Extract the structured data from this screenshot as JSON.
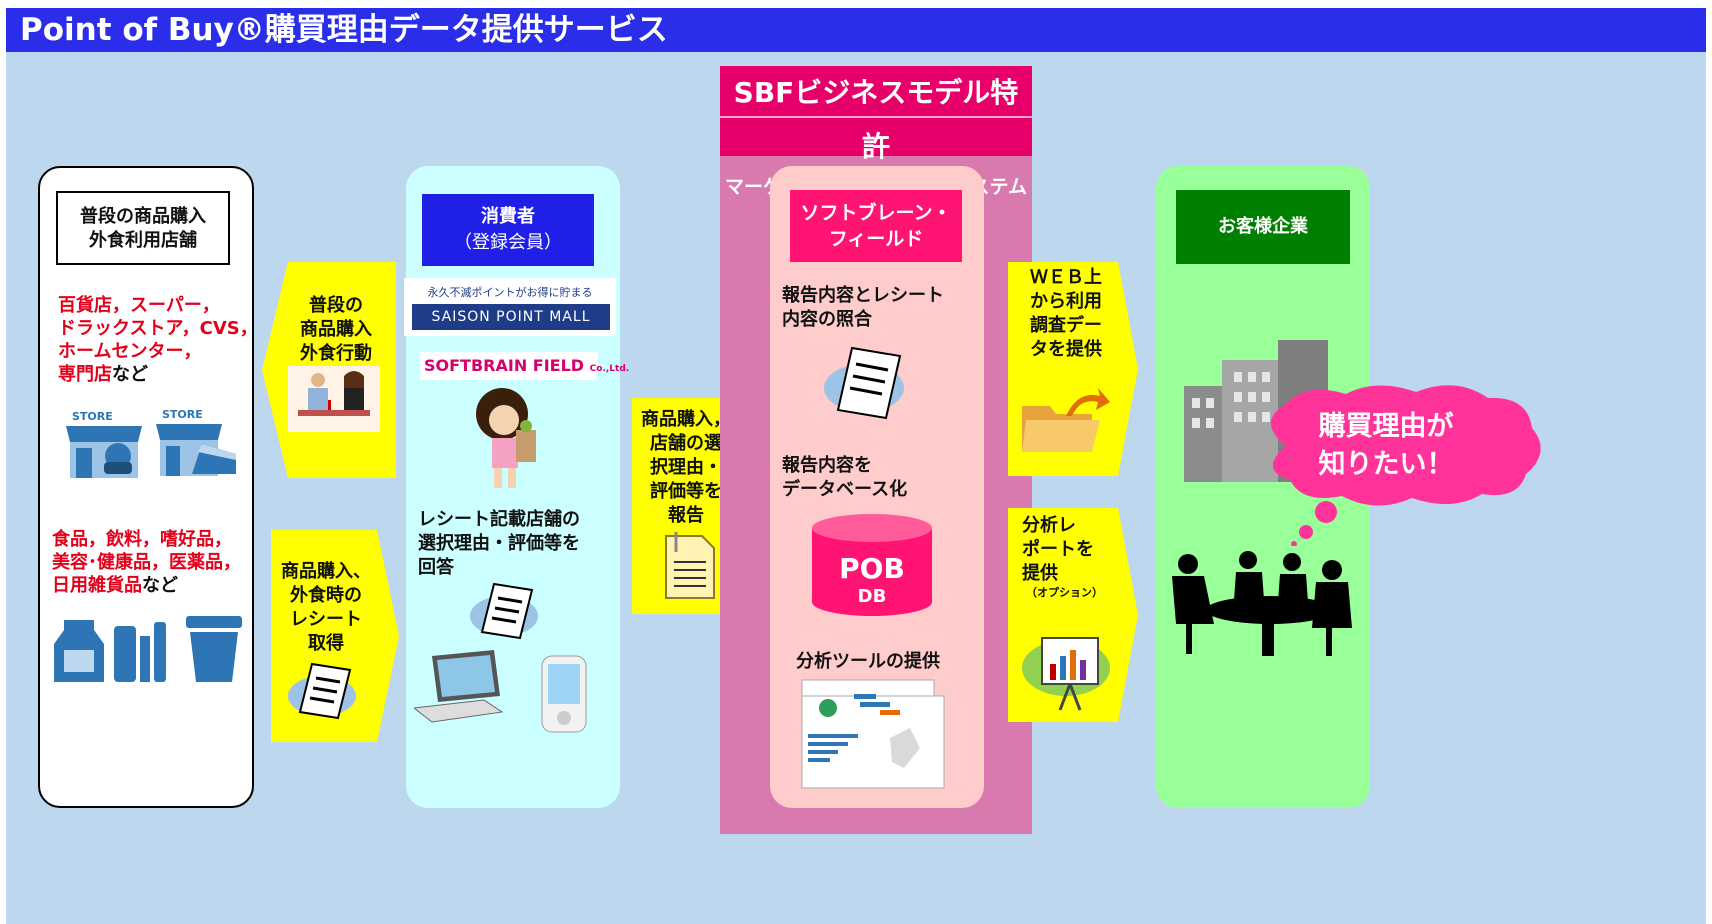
{
  "title": "Point of Buy®購買理由データ提供サービス",
  "colors": {
    "title_bar": "#2a2ee8",
    "background": "#bdd7ee",
    "arrow": "#ffff00",
    "consumer_panel": "#ccffff",
    "sbf_band": "#d87aae",
    "sbf_header": "#e8006a",
    "softbrain_panel": "#ffcccc",
    "client_panel": "#99ff99",
    "client_header": "#008000"
  },
  "stores": {
    "header_line1": "普段の商品購入",
    "header_line2": "外食利用店舗",
    "list1_line1": "百貨店，スーパー，",
    "list1_line2": "ドラックストア，CVS，",
    "list1_line3": "ホームセンター，",
    "list1_line4_red": "専門店",
    "list1_line4_suffix": "など",
    "store_label_1": "STORE",
    "store_label_2": "STORE",
    "list2_line1": "食品，飲料，嗜好品，",
    "list2_line2": "美容･健康品，医薬品，",
    "list2_line3_red": "日用雑貨品",
    "list2_line3_suffix": "など"
  },
  "arrow_behavior": {
    "line1": "普段の",
    "line2": "商品購入",
    "line3": "外食行動"
  },
  "arrow_receipt": {
    "line1": "商品購入、",
    "line2": "外食時の",
    "line3": "レシート",
    "line4": "取得"
  },
  "consumer": {
    "header_line1": "消費者",
    "header_line2": "（登録会員）",
    "saison_tagline": "永久不滅ポイントがお得に貯まる",
    "saison_logo": "SAISON POINT MALL",
    "softbrain_logo": "SOFTBRAIN FIELD",
    "softbrain_logo_suffix": "Co.,Ltd.",
    "answer_line1": "レシート記載店舗の",
    "answer_line2": "選択理由・評価等を",
    "answer_line3": "回答"
  },
  "arrow_report": {
    "line1": "商品購入，",
    "line2": "店舗の選",
    "line3": "択理由・",
    "line4": "評価等を",
    "line5": "報告"
  },
  "sbf": {
    "patent": "SBFビジネスモデル特許",
    "system": "マーケティングデータ収集システム",
    "company_line1": "ソフトブレーン・",
    "company_line2": "フィールド",
    "step1_line1": "報告内容とレシート",
    "step1_line2": "内容の照合",
    "step2_line1": "報告内容を",
    "step2_line2": "データベース化",
    "db_name": "POB",
    "db_sub": "DB",
    "step3": "分析ツールの提供"
  },
  "arrow_web": {
    "line1": "ＷＥＢ上",
    "line2": "から利用",
    "line3": "調査デー",
    "line4": "タを提供"
  },
  "arrow_analysis": {
    "line1": "分析レ",
    "line2": "ポートを",
    "line3": "提供",
    "option": "（オプション）"
  },
  "client": {
    "header": "お客様企業",
    "bubble_line1": "購買理由が",
    "bubble_line2": "知りたい！"
  }
}
